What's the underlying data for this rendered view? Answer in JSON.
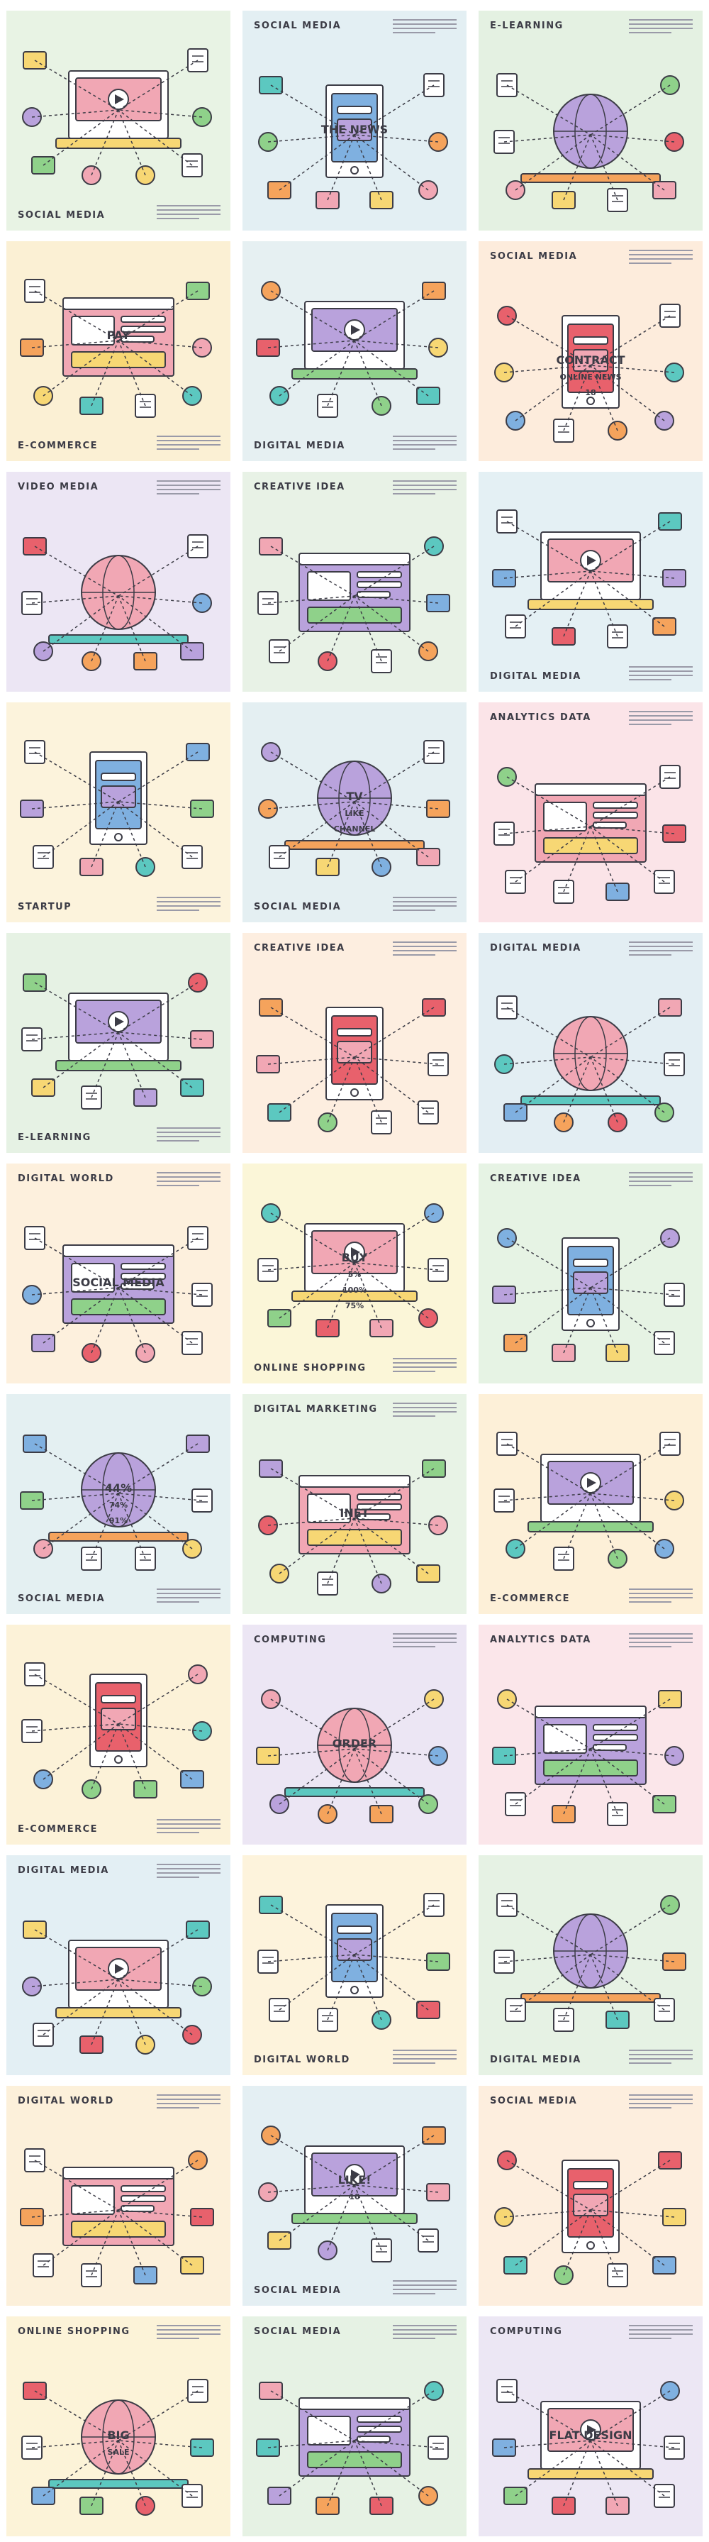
{
  "palette": {
    "outline": "#3c3c46",
    "pink": "#f1a7b4",
    "red": "#e8616c",
    "yellow": "#f7d774",
    "teal": "#5cc8c0",
    "blue": "#7fb0e0",
    "purple": "#b9a2dc",
    "green": "#8fd18a",
    "orange": "#f5a35c",
    "white": "#ffffff"
  },
  "tiles": [
    {
      "title": "SOCIAL MEDIA",
      "pos": "bot",
      "bg": "#e8f3e4",
      "icon": "web-layout-icon"
    },
    {
      "title": "SOCIAL MEDIA",
      "pos": "top",
      "bg": "#e3eff3",
      "icon": "globe-magnifier-icon"
    },
    {
      "title": "E-LEARNING",
      "pos": "top",
      "bg": "#e4f1e2",
      "icon": "tablet-ruler-icon"
    },
    {
      "title": "E-COMMERCE",
      "pos": "bot",
      "bg": "#fbf0d4",
      "icon": "pay-piggybank-icon"
    },
    {
      "title": "DIGITAL MEDIA",
      "pos": "bot",
      "bg": "#e6f0f2",
      "icon": "books-tablet-icon"
    },
    {
      "title": "SOCIAL MEDIA",
      "pos": "top",
      "bg": "#fdecdc",
      "icon": "online-news-icon"
    },
    {
      "title": "VIDEO MEDIA",
      "pos": "top",
      "bg": "#ece6f4",
      "icon": "laptop-video-icon"
    },
    {
      "title": "CREATIVE IDEA",
      "pos": "top",
      "bg": "#e8f2e6",
      "icon": "laptop-hand-icon"
    },
    {
      "title": "DIGITAL MEDIA",
      "pos": "bot",
      "bg": "#e4f0f4",
      "icon": "chat-pie-icon"
    },
    {
      "title": "STARTUP",
      "pos": "bot",
      "bg": "#fcf3dc",
      "icon": "map-rocket-icon"
    },
    {
      "title": "SOCIAL MEDIA",
      "pos": "bot",
      "bg": "#e4eff2",
      "icon": "tv-like-magnet-icon"
    },
    {
      "title": "ANALYTICS DATA",
      "pos": "top",
      "bg": "#fbe4e8",
      "icon": "monitor-keyboard-icon"
    },
    {
      "title": "E-LEARNING",
      "pos": "bot",
      "bg": "#e6f2e4",
      "icon": "headphones-phone-icon"
    },
    {
      "title": "CREATIVE IDEA",
      "pos": "top",
      "bg": "#fdeee0",
      "icon": "phone-hand-icon"
    },
    {
      "title": "DIGITAL MEDIA",
      "pos": "top",
      "bg": "#e3eef3",
      "icon": "globe-plane-icon"
    },
    {
      "title": "DIGITAL WORLD",
      "pos": "top",
      "bg": "#fdf0dd",
      "icon": "tablet-social-icon"
    },
    {
      "title": "ONLINE SHOPPING",
      "pos": "bot",
      "bg": "#fbf6d8",
      "icon": "buy-tag-icon"
    },
    {
      "title": "CREATIVE IDEA",
      "pos": "top",
      "bg": "#e6f3e4",
      "icon": "monitor-pen-icon"
    },
    {
      "title": "SOCIAL MEDIA",
      "pos": "bot",
      "bg": "#e4f0f2",
      "icon": "presenter-screen-icon"
    },
    {
      "title": "DIGITAL MARKETING",
      "pos": "top",
      "bg": "#e8f3e6",
      "icon": "browser-flow-icon"
    },
    {
      "title": "E-COMMERCE",
      "pos": "bot",
      "bg": "#fdf0d8",
      "icon": "gamepad-calculator-icon"
    },
    {
      "title": "E-COMMERCE",
      "pos": "bot",
      "bg": "#fcf2d8",
      "icon": "calculator-search-icon"
    },
    {
      "title": "COMPUTING",
      "pos": "top",
      "bg": "#ece6f4",
      "icon": "laptop-order-icon"
    },
    {
      "title": "ANALYTICS DATA",
      "pos": "top",
      "bg": "#fbe6ea",
      "icon": "monitor-box-icon"
    },
    {
      "title": "DIGITAL MEDIA",
      "pos": "top",
      "bg": "#e3eff4",
      "icon": "laptop-heart-icon"
    },
    {
      "title": "DIGITAL WORLD",
      "pos": "bot",
      "bg": "#fdf3dc",
      "icon": "target-cursor-icon"
    },
    {
      "title": "DIGITAL MEDIA",
      "pos": "bot",
      "bg": "#e6f2e4",
      "icon": "monitor-printer-icon"
    },
    {
      "title": "DIGITAL WORLD",
      "pos": "top",
      "bg": "#fcf0da",
      "icon": "laptop-mug-icon"
    },
    {
      "title": "SOCIAL MEDIA",
      "pos": "bot",
      "bg": "#e4eff3",
      "icon": "like-megaphone-icon"
    },
    {
      "title": "SOCIAL MEDIA",
      "pos": "top",
      "bg": "#fdeede",
      "icon": "hand-tablet-icon"
    },
    {
      "title": "ONLINE SHOPPING",
      "pos": "top",
      "bg": "#fcf3d8",
      "icon": "big-sale-icon"
    },
    {
      "title": "SOCIAL MEDIA",
      "pos": "top",
      "bg": "#e6f2e4",
      "icon": "hand-phone-icon"
    },
    {
      "title": "COMPUTING",
      "pos": "top",
      "bg": "#ece7f4",
      "icon": "flat-design-icon"
    }
  ],
  "inner_labels": [
    {
      "tile": 3,
      "text": "PAY"
    },
    {
      "tile": 1,
      "text": "THE NEWS"
    },
    {
      "tile": 5,
      "text": "CONTRACT"
    },
    {
      "tile": 5,
      "text": "ONLINE NEWS"
    },
    {
      "tile": 5,
      "text": "18"
    },
    {
      "tile": 10,
      "text": "TV"
    },
    {
      "tile": 10,
      "text": "LIKE"
    },
    {
      "tile": 10,
      "text": "CHANNEL"
    },
    {
      "tile": 15,
      "text": "SOCIAL MEDIA"
    },
    {
      "tile": 16,
      "text": "BUY"
    },
    {
      "tile": 16,
      "text": "5%"
    },
    {
      "tile": 16,
      "text": "100%"
    },
    {
      "tile": 16,
      "text": "75%"
    },
    {
      "tile": 18,
      "text": "44%"
    },
    {
      "tile": 18,
      "text": "74%"
    },
    {
      "tile": 18,
      "text": "91%"
    },
    {
      "tile": 19,
      "text": "INET"
    },
    {
      "tile": 22,
      "text": "ORDER"
    },
    {
      "tile": 28,
      "text": "LIKE!"
    },
    {
      "tile": 28,
      "text": "10"
    },
    {
      "tile": 30,
      "text": "BIG"
    },
    {
      "tile": 30,
      "text": "SALE"
    },
    {
      "tile": 32,
      "text": "FLAT DESIGN"
    }
  ]
}
